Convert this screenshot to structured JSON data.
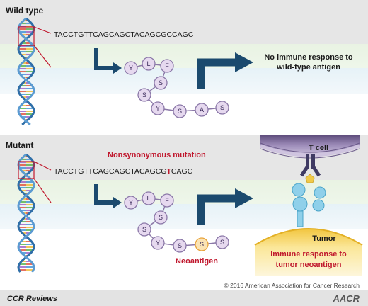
{
  "wild_type": {
    "label": "Wild type",
    "dna_sequence": "TACCTGTTCAGCAGCTACAGCGCCAGC",
    "peptide": [
      "Y",
      "L",
      "F",
      "S",
      "S",
      "Y",
      "S",
      "A",
      "S"
    ],
    "outcome_line1": "No immune response to",
    "outcome_line2": "wild-type antigen"
  },
  "mutant": {
    "label": "Mutant",
    "mutation_label": "Nonsynonymous mutation",
    "dna_sequence_prefix": "TACCTGTTCAGCAGCTACAGCG",
    "dna_mutated_base": "T",
    "dna_sequence_suffix": "CAGC",
    "peptide": [
      "Y",
      "L",
      "F",
      "S",
      "S",
      "Y",
      "S",
      "S",
      "S"
    ],
    "neoantigen_label": "Neoantigen",
    "t_cell_label": "T cell",
    "tumor_label": "Tumor",
    "outcome_line1": "Immune response to",
    "outcome_line2": "tumor neoantigen"
  },
  "footer": {
    "copyright": "© 2016 American Association for Cancer Research",
    "series": "CCR Reviews",
    "logo": "AACR"
  },
  "colors": {
    "arrow": "#1b4a6e",
    "mutation_red": "#c0172d",
    "neoantigen_orange": "#e8a33a",
    "peptide_fill": "#e6d9ef",
    "peptide_stroke": "#8b78a8"
  }
}
